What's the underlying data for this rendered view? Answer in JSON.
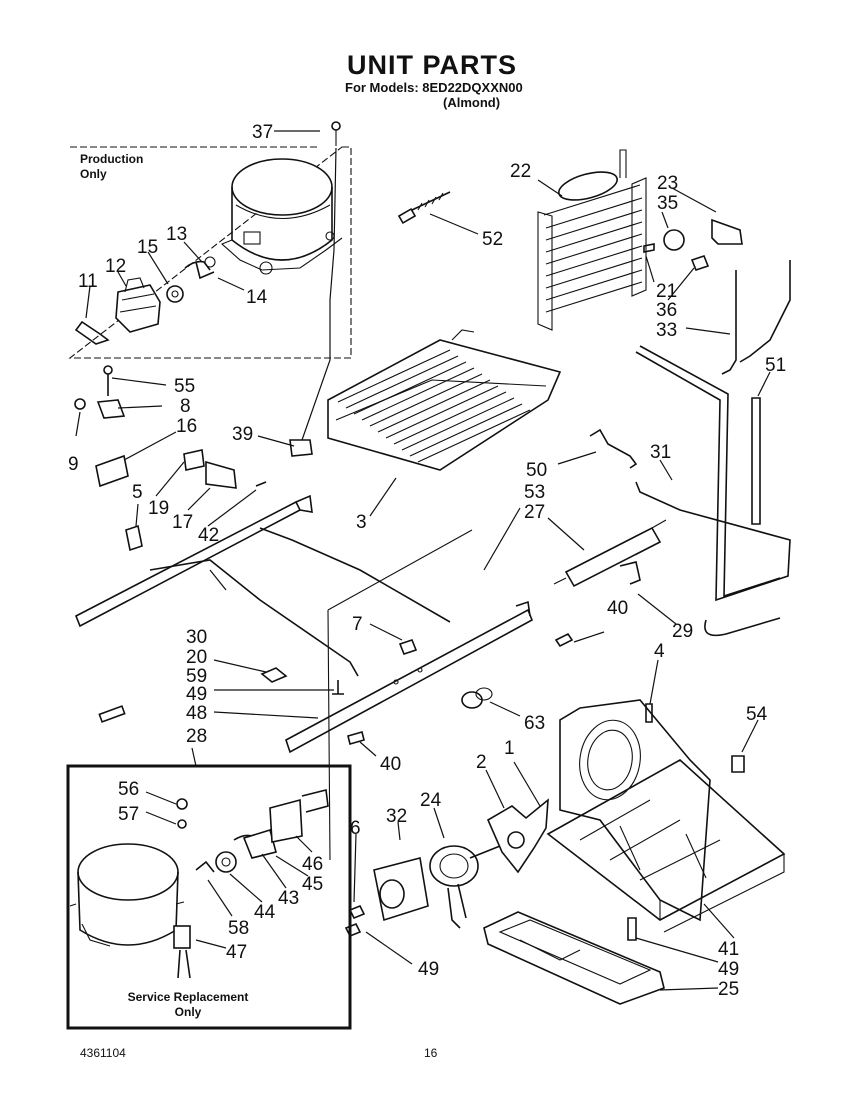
{
  "header": {
    "title": "UNIT PARTS",
    "models_line": "For Models: 8ED22DQXXN00",
    "color_line": "(Almond)"
  },
  "boxes": {
    "production_only": "Production Only",
    "service_replacement_only": "Service Replacement Only"
  },
  "footer": {
    "doc_number": "4361104",
    "page_number": "16"
  },
  "callouts": [
    "37",
    "22",
    "23",
    "35",
    "52",
    "15",
    "13",
    "12",
    "11",
    "14",
    "21",
    "36",
    "33",
    "51",
    "55",
    "8",
    "9",
    "16",
    "39",
    "50",
    "31",
    "19",
    "17",
    "42",
    "5",
    "3",
    "53",
    "27",
    "40",
    "29",
    "7",
    "30",
    "20",
    "59",
    "49",
    "48",
    "4",
    "63",
    "54",
    "28",
    "40",
    "56",
    "57",
    "32",
    "24",
    "2",
    "1",
    "6",
    "46",
    "45",
    "43",
    "44",
    "58",
    "47",
    "41",
    "49",
    "25",
    "49"
  ]
}
